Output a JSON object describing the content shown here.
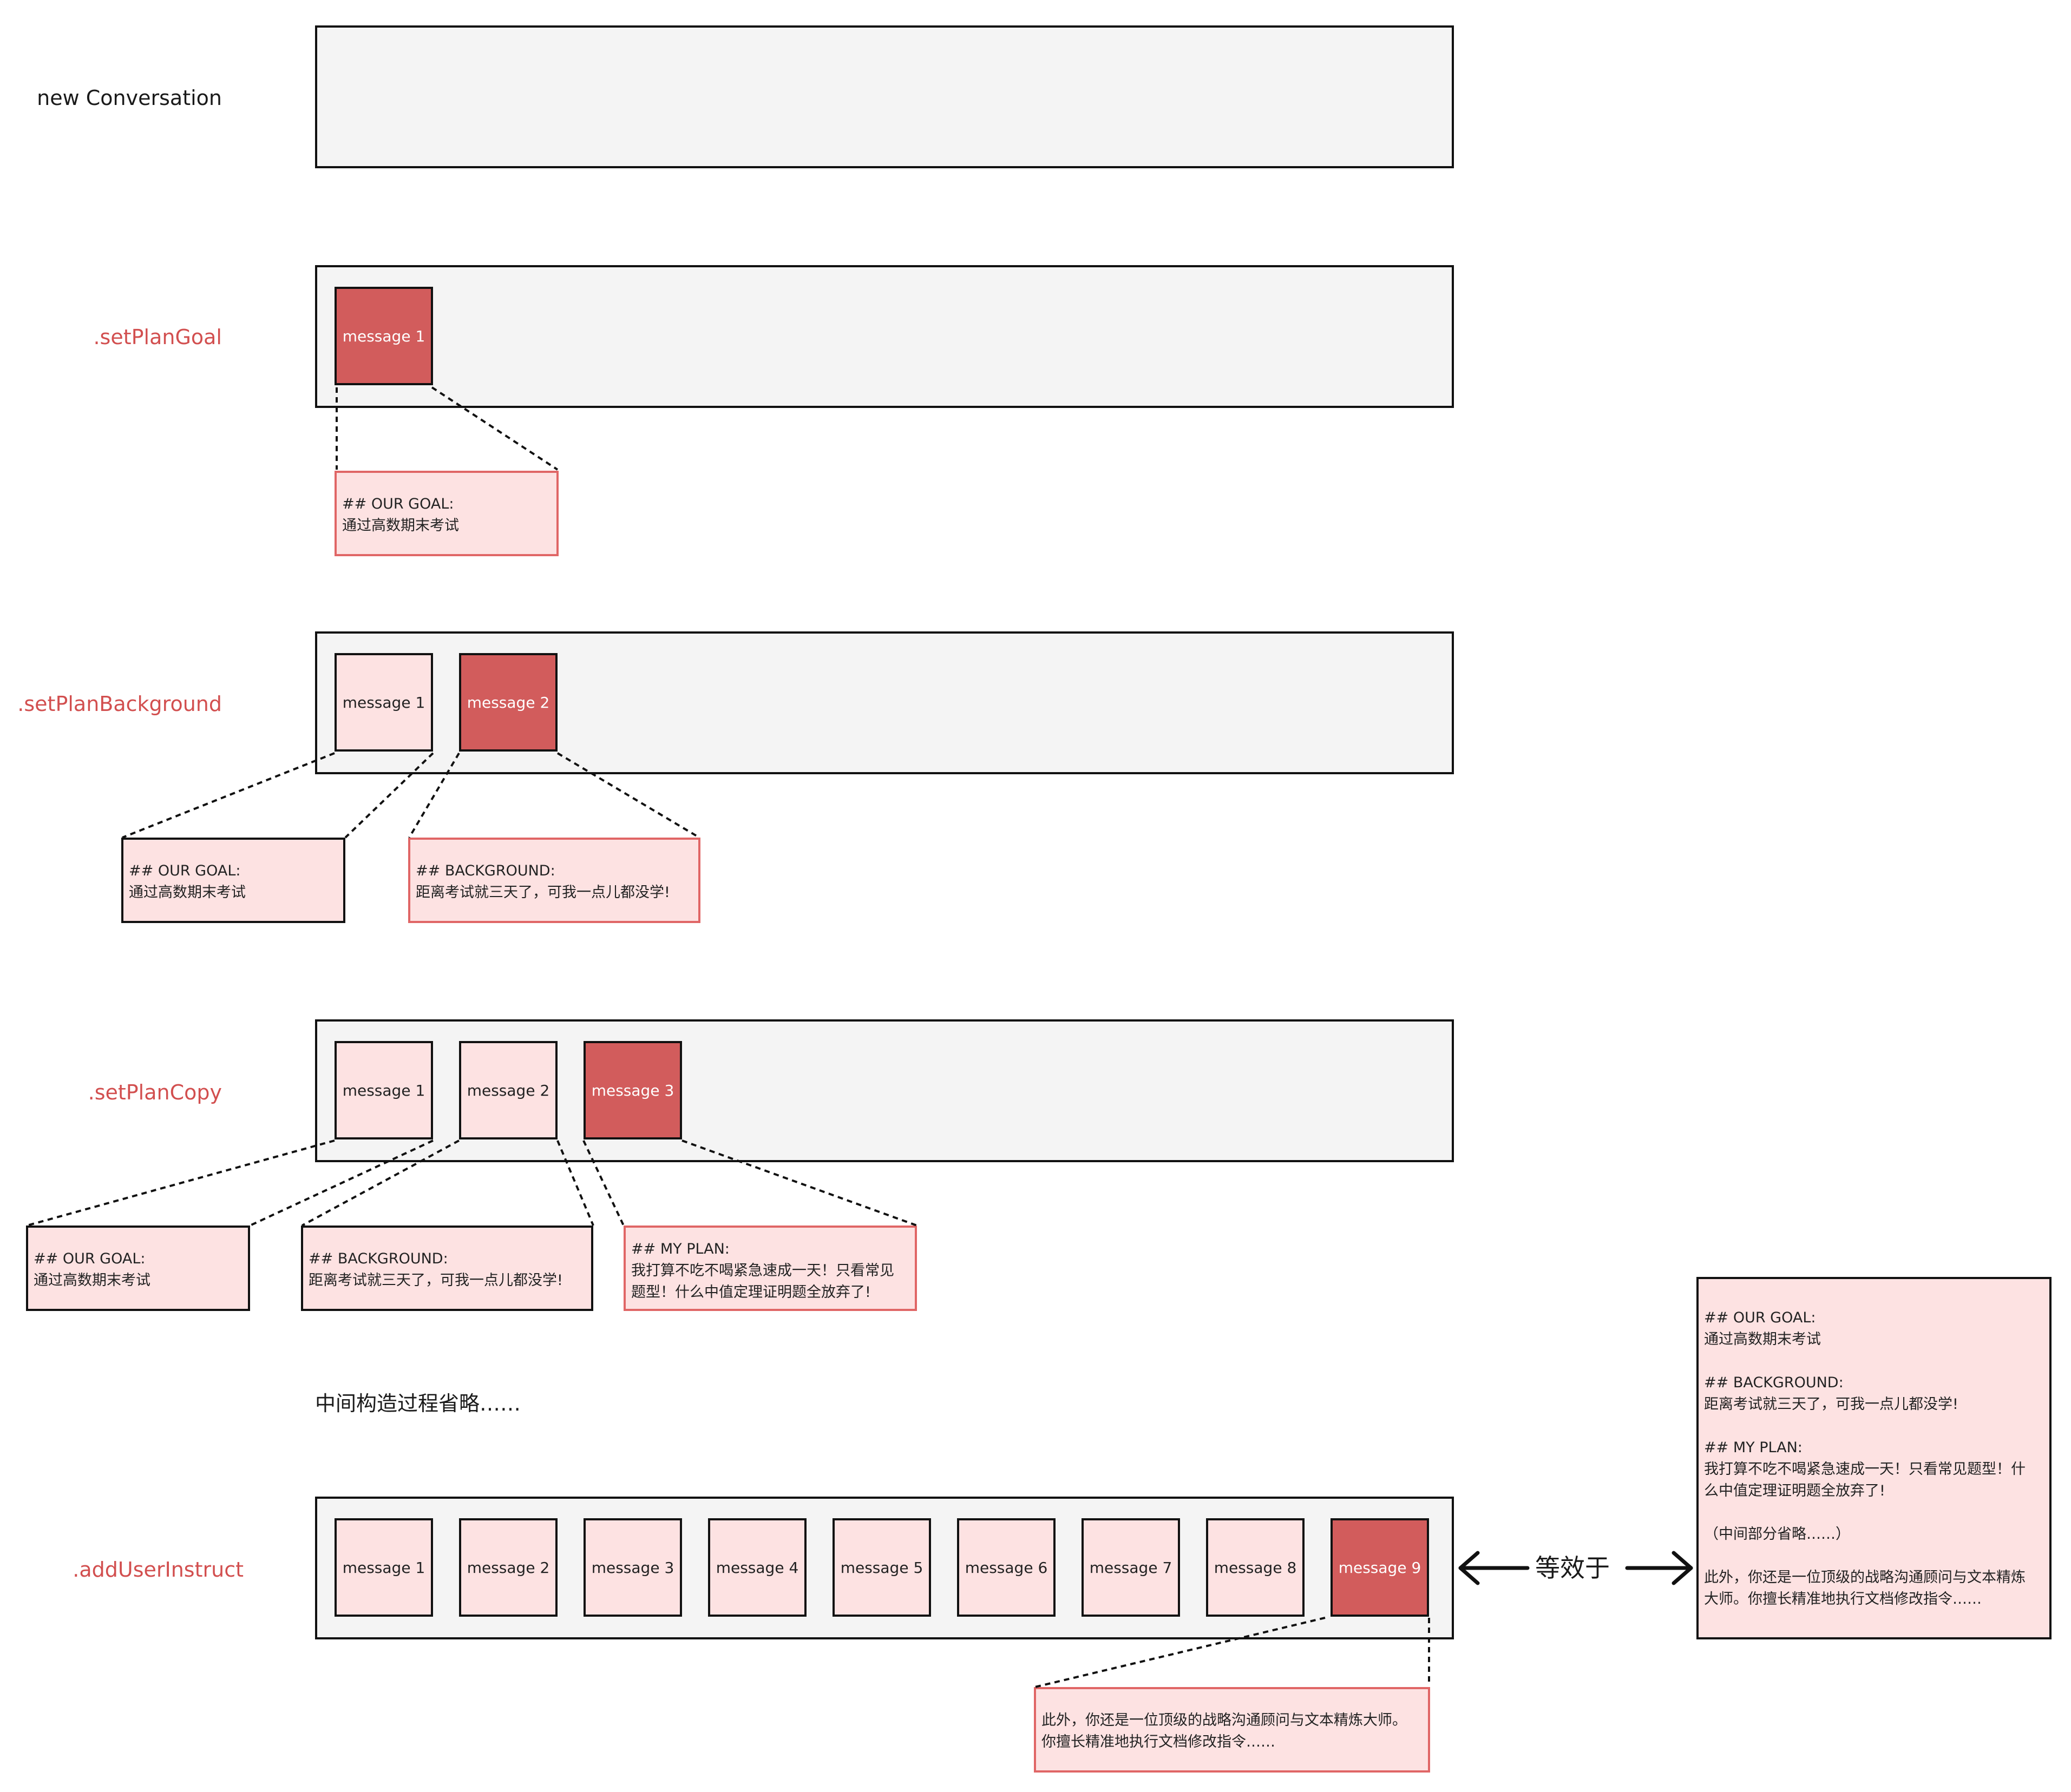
{
  "rows": {
    "new_conversation": {
      "label": "new Conversation"
    },
    "set_plan_goal": {
      "label": ".setPlanGoal"
    },
    "set_plan_background": {
      "label": ".setPlanBackground"
    },
    "set_plan_copy": {
      "label": ".setPlanCopy"
    },
    "add_user_instruct": {
      "label": ".addUserInstruct"
    }
  },
  "messages": {
    "m1": "message 1",
    "m2": "message 2",
    "m3": "message 3",
    "m4": "message 4",
    "m5": "message 5",
    "m6": "message 6",
    "m7": "message 7",
    "m8": "message 8",
    "m9": "message 9"
  },
  "notes": {
    "goal": "## OUR GOAL:\n通过高数期末考试",
    "background": "## BACKGROUND:\n距离考试就三天了，可我一点儿都没学!",
    "plan": "## MY PLAN:\n我打算不吃不喝紧急速成一天！只看常见\n题型！什么中值定理证明题全放弃了!",
    "instruct": "此外，你还是一位顶级的战略沟通顾问与文本精炼大师。\n你擅长精准地执行文档修改指令……",
    "summary": "## OUR GOAL:\n通过高数期末考试\n\n## BACKGROUND:\n距离考试就三天了，可我一点儿都没学!\n\n## MY PLAN:\n我打算不吃不喝紧急速成一天！只看常见题型！什\n么中值定理证明题全放弃了!\n\n（中间部分省略……）\n\n此外，你还是一位顶级的战略沟通顾问与文本精炼\n大师。你擅长精准地执行文档修改指令……"
  },
  "omitted_text": "中间构造过程省略……",
  "equivalent_label": "等效于",
  "colors": {
    "active_message": "#d25c5c",
    "inactive_message": "#fde2e2",
    "container": "#f4f4f4",
    "method_label": "#d24f4f",
    "note_red_border": "#e06666"
  },
  "icons": [
    "double-arrow-icon"
  ]
}
